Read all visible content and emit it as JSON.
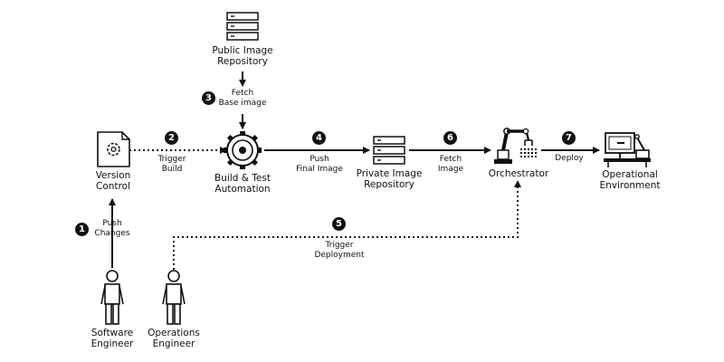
{
  "nodes": {
    "version_control": "Version\nControl",
    "public_repo": "Public Image\nRepository",
    "build_test": "Build & Test\nAutomation",
    "private_repo": "Private Image\nRepository",
    "orchestrator": "Orchestrator",
    "operational_env": "Operational\nEnvironment",
    "software_engineer": "Software\nEngineer",
    "operations_engineer": "Operations\nEngineer"
  },
  "steps": [
    {
      "number": "1",
      "label": "Push\nChanges"
    },
    {
      "number": "2",
      "label": "Trigger\nBuild"
    },
    {
      "number": "3",
      "label": "Fetch\nBase image"
    },
    {
      "number": "4",
      "label": "Push\nFinal Image"
    },
    {
      "number": "5",
      "label": "Trigger\nDeployment"
    },
    {
      "number": "6",
      "label": "Fetch\nImage"
    },
    {
      "number": "7",
      "label": "Deploy"
    }
  ],
  "icons": {
    "version_control": "document-gear-icon",
    "public_repo": "server-stack-icon",
    "build_test": "gear-icon",
    "private_repo": "server-stack-icon",
    "orchestrator": "robot-arm-icon",
    "operational_env": "workstation-icon",
    "software_engineer": "person-icon",
    "operations_engineer": "person-icon"
  },
  "colors": {
    "line": "#111111",
    "badge": "#111111",
    "badge_text": "#ffffff"
  }
}
